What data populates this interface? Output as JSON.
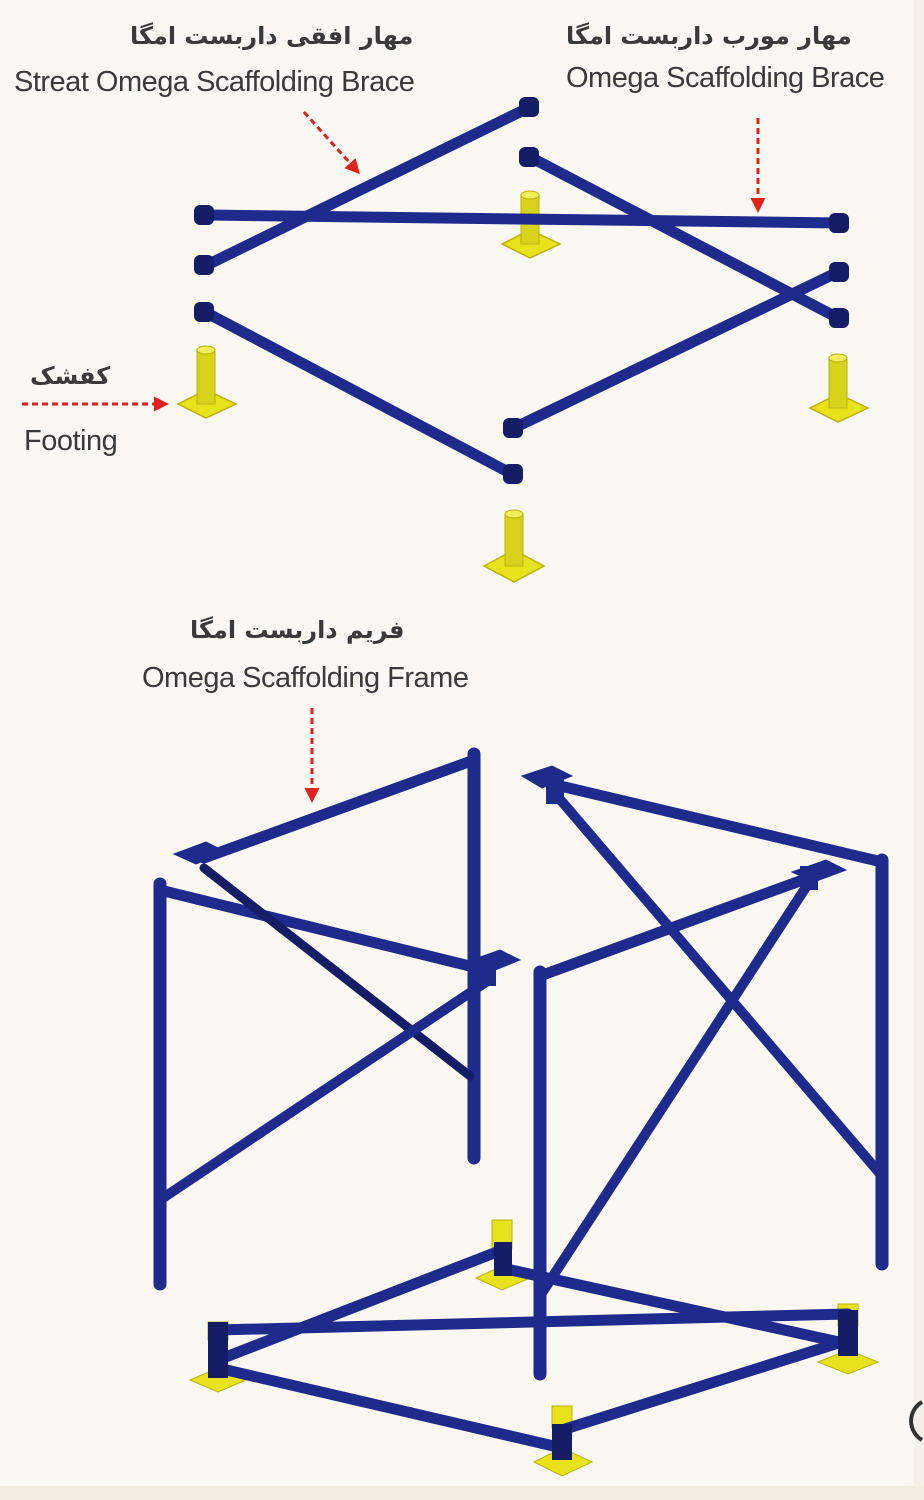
{
  "labels": {
    "horizontal_brace_fa": "مهار افقی داربست امگا",
    "horizontal_brace_en": "Streat Omega Scaffolding Brace",
    "diagonal_brace_fa": "مهار مورب داربست امگا",
    "diagonal_brace_en": "Omega Scaffolding Brace",
    "footing_fa": "کفشک",
    "footing_en": "Footing",
    "frame_fa": "فریم داربست امگا",
    "frame_en": "Omega Scaffolding Frame"
  },
  "colors": {
    "tube": "#1e2a8c",
    "tube_dark": "#141d66",
    "footing": "#e8e21a",
    "footing_dark": "#b9b10f",
    "arrow": "#e0221c",
    "text": "#3a3a3a"
  }
}
